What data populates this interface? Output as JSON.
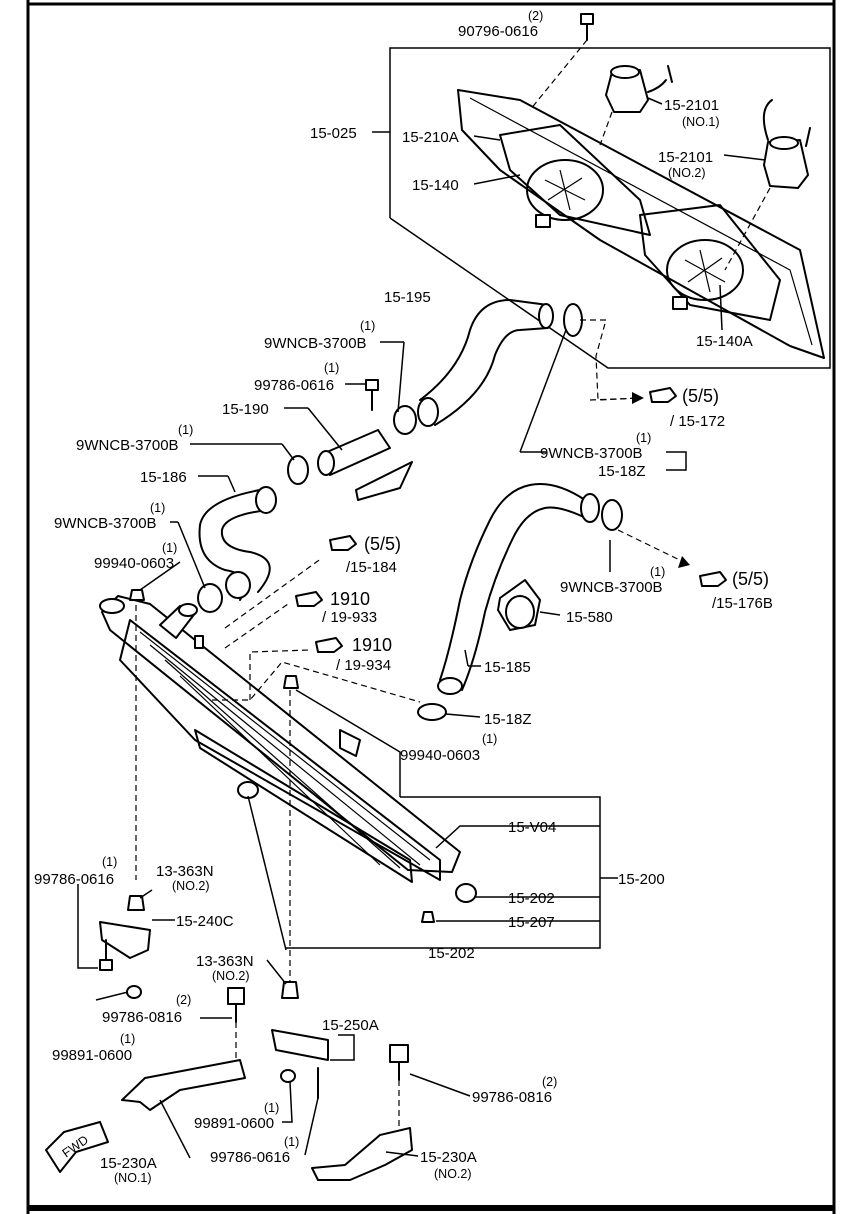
{
  "labels": {
    "l_90796": "90796-0616",
    "q_90796": "(2)",
    "l_15025": "15-025",
    "l_15210a": "15-210A",
    "l_15140": "15-140",
    "l_152101a": "15-2101",
    "q_152101a": "(NO.1)",
    "l_152101b": "15-2101",
    "q_152101b": "(NO.2)",
    "l_15140a": "15-140A",
    "l_15195": "15-195",
    "l_9wncb1": "9WNCB-3700B",
    "q_9wncb1": "(1)",
    "l_99786a": "99786-0616",
    "q_99786a": "(1)",
    "l_15190": "15-190",
    "l_9wncb2": "9WNCB-3700B",
    "q_9wncb2": "(1)",
    "l_15186": "15-186",
    "l_9wncb3": "9WNCB-3700B",
    "q_9wncb3": "(1)",
    "l_99940a": "99940-0603",
    "q_99940a": "(1)",
    "ref1_big": "(5/5)",
    "ref1_sub": "/ 15-172",
    "l_9wncb4": "9WNCB-3700B",
    "q_9wncb4": "(1)",
    "l_1518z_a": "15-18Z",
    "ref2_big": "(5/5)",
    "ref2_sub": "/15-184",
    "ref3_big": "1910",
    "ref3_sub": "/ 19-933",
    "ref4_big": "1910",
    "ref4_sub": "/ 19-934",
    "l_9wncb5": "9WNCB-3700B",
    "q_9wncb5": "(1)",
    "ref5_big": "(5/5)",
    "ref5_sub": "/15-176B",
    "l_15580": "15-580",
    "l_15185": "15-185",
    "l_1518z_b": "15-18Z",
    "l_99940b": "99940-0603",
    "q_99940b": "(1)",
    "l_15v04": "15-V04",
    "l_15200": "15-200",
    "l_15202a": "15-202",
    "l_15207": "15-207",
    "l_15202b": "15-202",
    "l_99786b": "99786-0616",
    "q_99786b": "(1)",
    "l_13363a": "13-363N",
    "q_13363a": "(NO.2)",
    "l_15240c": "15-240C",
    "l_13363b": "13-363N",
    "q_13363b": "(NO.2)",
    "l_99786c": "99786-0816",
    "q_99786c": "(2)",
    "l_99891a": "99891-0600",
    "q_99891a": "(1)",
    "l_15250a": "15-250A",
    "l_99786d": "99786-0816",
    "q_99786d": "(2)",
    "l_99891b": "99891-0600",
    "q_99891b": "(1)",
    "l_99786e": "99786-0616",
    "q_99786e": "(1)",
    "l_15230a1": "15-230A",
    "q_15230a1": "(NO.1)",
    "l_15230a2": "15-230A",
    "q_15230a2": "(NO.2)",
    "fwd": "FWD"
  }
}
